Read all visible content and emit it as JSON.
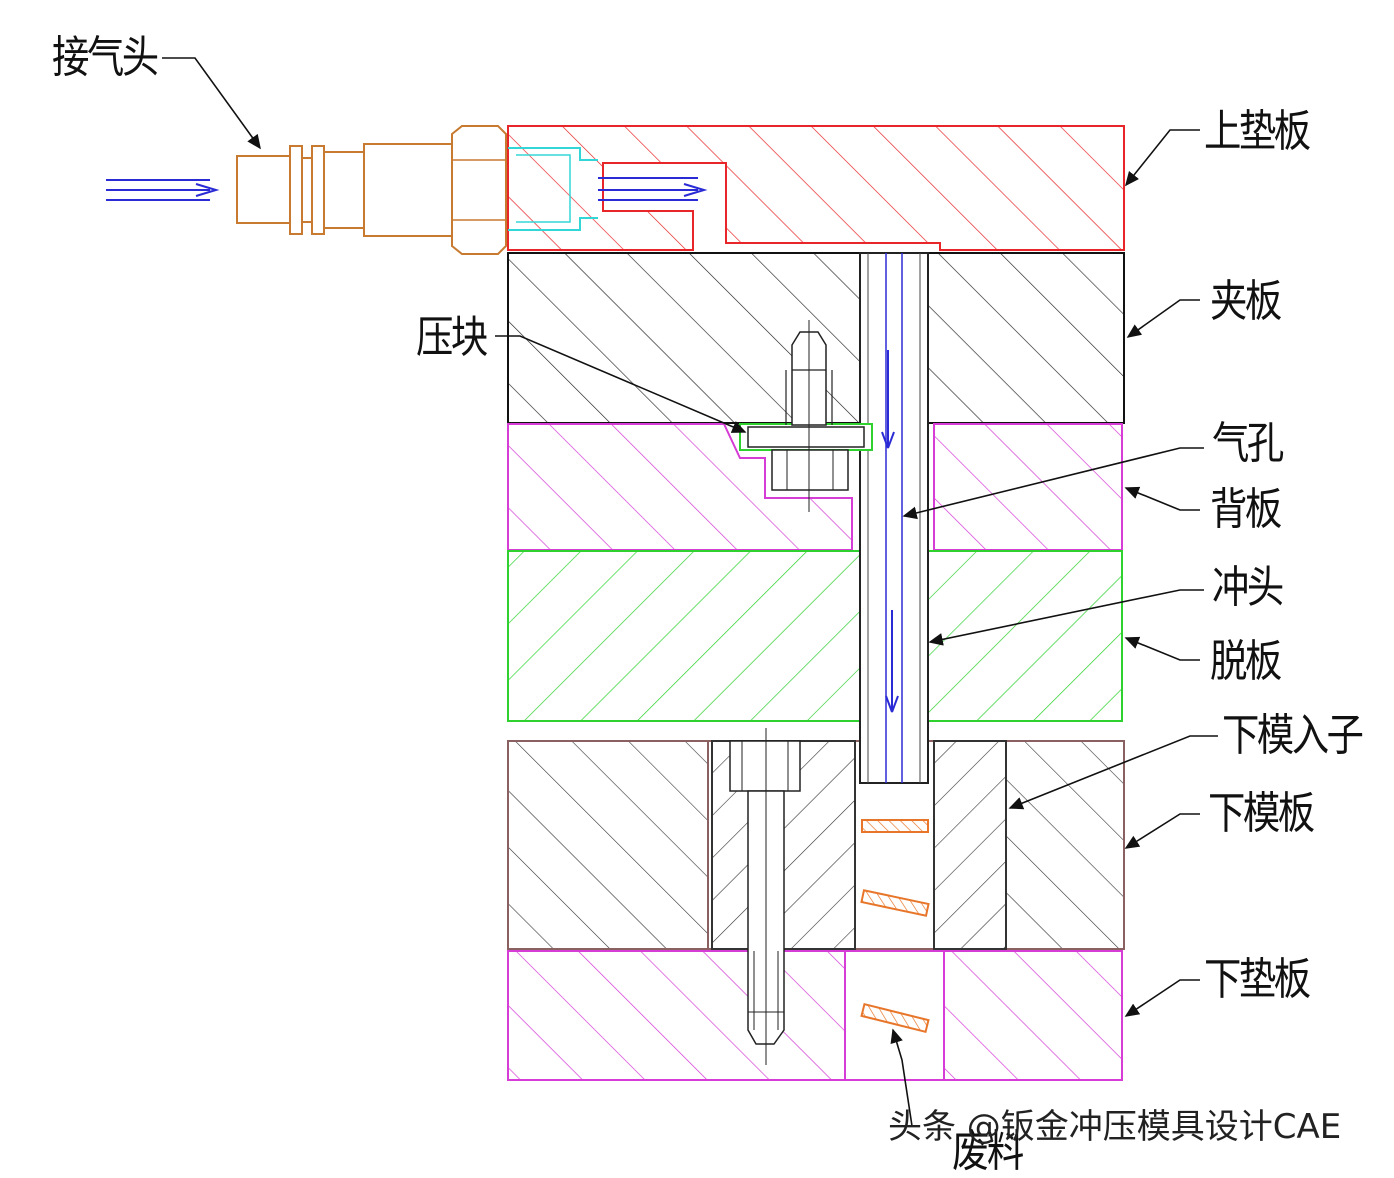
{
  "labels": {
    "air_connector": "接气头",
    "upper_backing_plate": "上垫板",
    "clamp_plate": "夹板",
    "press_block": "压块",
    "air_hole": "气孔",
    "back_plate": "背板",
    "punch": "冲头",
    "stripper_plate": "脱板",
    "lower_die_insert": "下模入子",
    "lower_die_plate": "下模板",
    "lower_backing_plate": "下垫板",
    "scrap": "废料"
  },
  "watermark": "头条 @钣金冲压模具设计CAE",
  "colors": {
    "upper_backing_plate": "#e8262a",
    "clamp_plate": "#111111",
    "back_plate": "#d63cd6",
    "stripper_plate": "#2ed12e",
    "lower_die_plate": "#8a6060",
    "lower_backing_plate": "#d63cd6",
    "connector": "#c87a30",
    "connector_fitting": "#33d6d6",
    "airflow_arrow": "#2b2bd6",
    "scrap": "#e8762a"
  }
}
